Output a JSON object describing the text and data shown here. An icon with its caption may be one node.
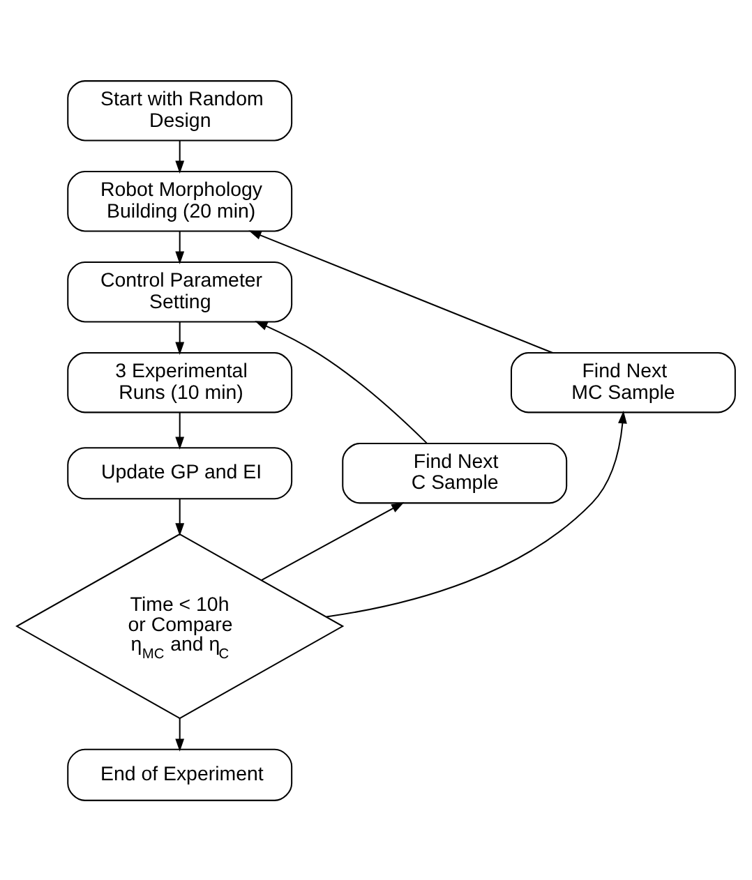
{
  "diagram": {
    "nodes": [
      {
        "text": [
          "Start with Random Design"
        ]
      },
      {
        "text": [
          "Robot Morphology Building (20 min)"
        ]
      },
      {
        "text": [
          "Control Parameter Setting"
        ]
      },
      {
        "text": [
          "3 Experimental Runs (10 min)"
        ]
      },
      {
        "text": [
          "Update GP and EI"
        ]
      },
      {
        "text": [
          "Time < 10h or Compare η$_{MC}$ and η$_{C}$"
        ]
      },
      {
        "text": [
          "Find Next C Sample"
        ]
      },
      {
        "text": [
          "Find Next MC Sample"
        ]
      },
      {
        "text": [
          "End of Experiment"
        ]
      }
    ],
    "edges": [
      {
        "from": 0,
        "to": 1,
        "arrow": "to"
      },
      {
        "from": 1,
        "to": 2,
        "arrow": "to"
      },
      {
        "from": 2,
        "to": 3,
        "arrow": "to"
      },
      {
        "from": 3,
        "to": 4,
        "arrow": "to"
      },
      {
        "from": 4,
        "to": 5,
        "arrow": "to"
      },
      {
        "from": 5,
        "to": 6,
        "arrow": "to"
      },
      {
        "from": 6,
        "to": 2,
        "arrow": "to"
      },
      {
        "from": 5,
        "to": 7,
        "arrow": "to"
      },
      {
        "from": 7,
        "to": 1,
        "arrow": "to"
      },
      {
        "from": 5,
        "to": 8,
        "arrow": "to"
      }
    ]
  }
}
